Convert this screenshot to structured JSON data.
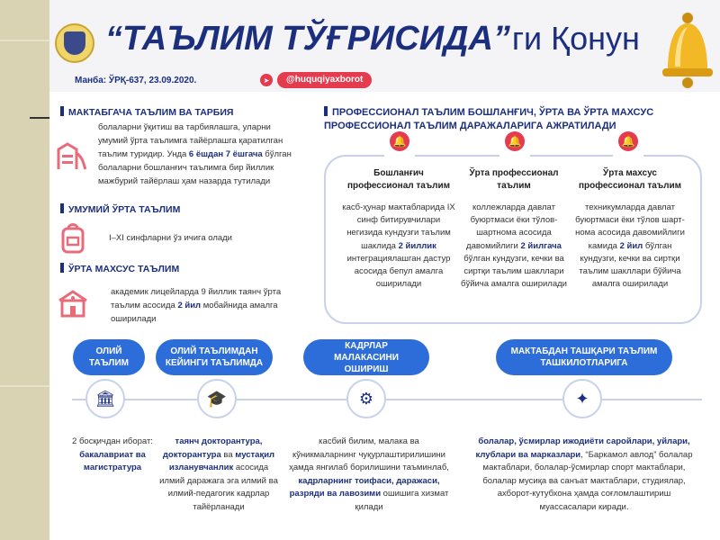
{
  "header": {
    "title_main": "“ТАЪЛИМ ТЎҒРИСИДА”",
    "title_rest": "ги Қонун",
    "source": "Манба: ЎРҚ-637, 23.09.2020.",
    "handle": "@huquqiyaxborot"
  },
  "left": {
    "preschool": {
      "title": "МАКТАБГАЧА ТАЪЛИМ ВА ТАРБИЯ",
      "text_a": "болаларни ўқитиш ва тарбиялашга, уларни умумий ўрта таълимга тайёрлашга қаратилган таълим туридир. Унда ",
      "text_b": "6 ёшдан 7 ёшгача",
      "text_c": " бўлган болаларни бошланғич таълимга бир йиллик мажбурий тайёрлаш ҳам назарда тутилади"
    },
    "general": {
      "title": "УМУМИЙ ЎРТА ТАЪЛИМ",
      "text": "I–XI синфларни ўз ичига олади"
    },
    "special": {
      "title": "ЎРТА МАХСУС ТАЪЛИМ",
      "text_a": "академик лицейларда 9 йиллик таянч ўрта таълим асосида ",
      "text_b": "2 йил",
      "text_c": " мобайнида амалга оширилади"
    }
  },
  "professional": {
    "title": "ПРОФЕССИОНАЛ ТАЪЛИМ БОШЛАНҒИЧ, ЎРТА ВА ЎРТА МАХСУС ПРОФЕССИОНАЛ ТАЪЛИМ ДАРАЖАЛАРИГА АЖРАТИЛАДИ",
    "columns": [
      {
        "head": "Бошланғич профессионал таълим",
        "text_a": "касб-ҳунар мактабларида IX синф битирувчилари негизида кундузги таълим шаклида ",
        "text_b": "2 йиллик",
        "text_c": " интеграциялашган дастур асосида бепул амалга оширилади"
      },
      {
        "head": "Ўрта профессионал таълим",
        "text_a": "коллежларда давлат буюртмаси ёки тўлов-шартнома асосида давомийлиги ",
        "text_b": "2 йилгача",
        "text_c": " бўлган кундузги, кечки ва сиртқи таълим шакллари бўйича амалга оширилади"
      },
      {
        "head": "Ўрта махсус профессионал таълим",
        "text_a": "техникумларда давлат буюртмаси ёки тўлов шарт-нома асосида давомийлиги камида ",
        "text_b": "2 йил",
        "text_c": " бўлган кундузги, кечки ва сиртқи таълим шакллари бўйича амалга оширилади"
      }
    ]
  },
  "bottom": [
    {
      "pill": "ОЛИЙ ТАЪЛИМ",
      "text_a": "2 босқичдан иборат: ",
      "text_b": "бакалавриат ва магистратура",
      "text_c": ""
    },
    {
      "pill": "ОЛИЙ ТАЪЛИМДАН КЕЙИНГИ ТАЪЛИМДА",
      "text_a": "",
      "text_b": "таянч докторантура, докторантура",
      "text_c": " ва "
    },
    {
      "pill": "КАДРЛАР МАЛАКАСИНИ ОШИРИШ",
      "text_a": "касбий билим, малака ва кўникмаларнинг чуқурлаштирилишини ҳамда янгилаб борилишини таъминлаб, ",
      "text_b": "кадрларнинг тоифаси, даражаси, разряди ва лавозими",
      "text_c": " ошишига хизмат қилади"
    },
    {
      "pill": "МАКТАБДАН ТАШҚАРИ ТАЪЛИМ ТАШКИЛОТЛАРИГА",
      "text_a": "",
      "text_b": "болалар, ўсмирлар ижодиёти саройлари, уйлари, клублари ва марказлари",
      "text_c": ", “Баркамол авлод” болалар мактаблари, болалар-ўсмирлар спорт мактаблари, болалар мусиқа ва санъат мактаблари, студиялар, ахборот-кутубхона ҳамда соғломлаштириш муассасалари киради."
    }
  ],
  "bottom_extra": {
    "doctoral_b": "мустақил изланувчанлик",
    "doctoral_c": " асосида илмий даражага эга илмий ва илмий-педагогик кадрлар тайёрланади"
  }
}
